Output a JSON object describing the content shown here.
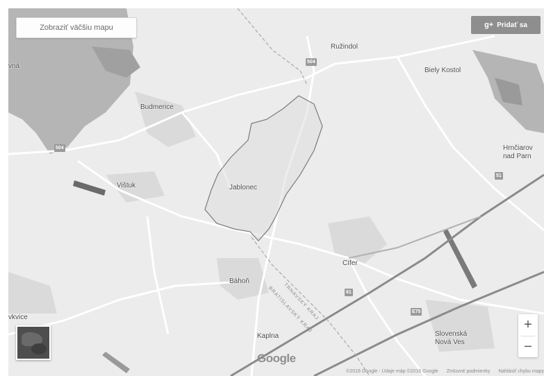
{
  "controls": {
    "larger_map": "Zobraziť väčšiu mapu",
    "gplus_icon": "g+",
    "gplus_label": "Pridať sa",
    "zoom_in": "+",
    "zoom_out": "−"
  },
  "places": [
    {
      "id": "ruzindol",
      "name": "Ružindol"
    },
    {
      "id": "biely-kostol",
      "name": "Biely Kostol"
    },
    {
      "id": "budmerice",
      "name": "Budmerice"
    },
    {
      "id": "vistuk",
      "name": "Vištuk"
    },
    {
      "id": "jablonec",
      "name": "Jablonec"
    },
    {
      "id": "hrnciarovce-1",
      "name": "Hrnčiarov"
    },
    {
      "id": "hrnciarovce-2",
      "name": "nad Parn"
    },
    {
      "id": "cifer",
      "name": "Cífer"
    },
    {
      "id": "bahon",
      "name": "Báhoň"
    },
    {
      "id": "kaplna",
      "name": "Kaplna"
    },
    {
      "id": "slovenska-1",
      "name": "Slovenská"
    },
    {
      "id": "slovenska-2",
      "name": "Nová Ves"
    },
    {
      "id": "vkvice",
      "name": "vkvice"
    },
    {
      "id": "vna",
      "name": "vná"
    }
  ],
  "road_shields": [
    "504",
    "504",
    "51",
    "61",
    "E75"
  ],
  "regions": [
    "TRNAVSKÝ KRAJ",
    "BRATISLAVSKÝ KRAJ"
  ],
  "logo": "Google",
  "footer": {
    "copyright": "©2016 Google - Údaje máp ©2016 Google",
    "terms": "Zmluvné podmienky",
    "report": "Nahlásiť chybu mapy"
  },
  "colors": {
    "land": "#ececec",
    "wood": "#b5b5b5",
    "park": "#dadada",
    "road": "#ffffff",
    "highway": "#8a8a8a",
    "boundary": "#7a7a7a"
  }
}
